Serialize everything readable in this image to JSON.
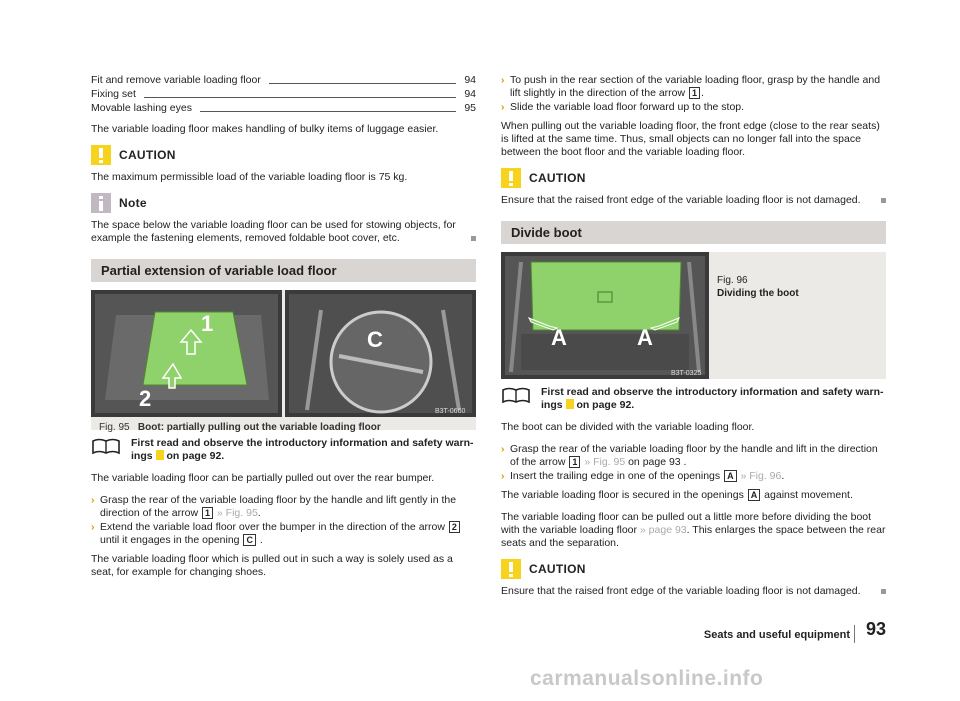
{
  "toc": [
    {
      "label": "Fit and remove variable loading floor",
      "page": "94"
    },
    {
      "label": "Fixing set",
      "page": "94"
    },
    {
      "label": "Movable lashing eyes",
      "page": "95"
    }
  ],
  "left": {
    "intro": "The variable loading floor makes handling of bulky items of luggage easier.",
    "caution1_title": "CAUTION",
    "caution1_text": "The maximum permissible load of the variable loading floor is 75 kg.",
    "note_title": "Note",
    "note_text": "The space below the variable loading floor can be used for stowing objects, for example the fastening elements, removed foldable boot cover, etc.",
    "section_title": "Partial extension of variable load floor",
    "fig_label": "Fig. 95",
    "fig_caption": "Boot: partially pulling out the variable loading floor",
    "fig_callouts": {
      "one": "1",
      "two": "2",
      "c": "C",
      "code": "B3T-0660"
    },
    "read_text_a": "First read and observe the introductory information and safety warn-",
    "read_text_b": "ings",
    "read_text_c": "on page 92.",
    "para1": "The variable loading floor can be partially pulled out over the rear bumper.",
    "bullet1_a": "Grasp the rear of the variable loading floor by the handle and lift gently in the direction of the arrow",
    "bullet1_key": "1",
    "bullet1_ref": "» Fig. 95",
    "bullet1_end": ".",
    "bullet2_a": "Extend the variable load floor over the bumper in the direction of the arrow",
    "bullet2_key": "2",
    "bullet2_b": "until it engages in the opening",
    "bullet2_key2": "C",
    "bullet2_end": ".",
    "para2": "The variable loading floor which is pulled out in such a way is solely used as a seat, for example for changing shoes."
  },
  "right": {
    "bullet1_a": "To push in the rear section of the variable loading floor, grasp by the handle and lift slightly in the direction of the arrow",
    "bullet1_key": "1",
    "bullet1_end": ".",
    "bullet2": "Slide the variable load floor forward up to the stop.",
    "para1": "When pulling out the variable loading floor, the front edge (close to the rear seats) is lifted at the same time. Thus, small objects can no longer fall into the space between the boot floor and the variable loading floor.",
    "caution1_title": "CAUTION",
    "caution1_text": "Ensure that the raised front edge of the variable loading floor is not damaged.",
    "section_title": "Divide boot",
    "fig_label": "Fig. 96",
    "fig_caption": "Dividing the boot",
    "fig_callouts": {
      "a1": "A",
      "a2": "A",
      "code": "B3T-0325"
    },
    "read_text_a": "First read and observe the introductory information and safety warn-",
    "read_text_b": "ings",
    "read_text_c": "on page 92.",
    "para2": "The boot can be divided with the variable loading floor.",
    "bullet3_a": "Grasp the rear of the variable loading floor by the handle and lift in the direction of the arrow",
    "bullet3_key": "1",
    "bullet3_ref": "» Fig. 95",
    "bullet3_end": "on page 93 .",
    "bullet4_a": "Insert the trailing edge in one of the openings",
    "bullet4_key": "A",
    "bullet4_ref": "» Fig. 96",
    "bullet4_end": ".",
    "para3_a": "The variable loading floor is secured in the openings",
    "para3_key": "A",
    "para3_b": "against movement.",
    "para4_a": "The variable loading floor can be pulled out a little more before dividing the boot with the variable loading floor",
    "para4_ref": "» page 93",
    "para4_b": ". This enlarges the space between the rear seats and the separation.",
    "caution2_title": "CAUTION",
    "caution2_text": "Ensure that the raised front edge of the variable loading floor is not damaged."
  },
  "footer": {
    "title": "Seats and useful equipment",
    "page": "93"
  },
  "watermark": "carmanualsonline.info",
  "colors": {
    "warning": "#f7d31d",
    "note": "#c2b8c2",
    "floor_green": "#8fd16a",
    "section_bar": "#d8d5d2"
  }
}
